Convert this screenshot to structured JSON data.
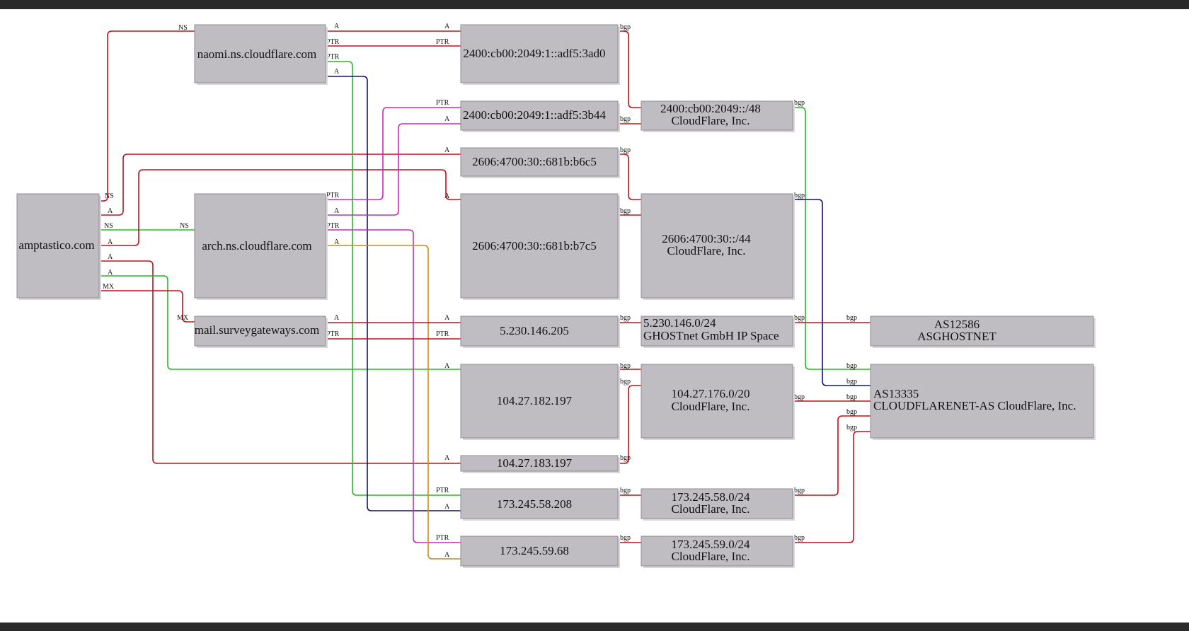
{
  "colors": {
    "red": "#c4111a",
    "green": "#22bb22",
    "blue": "#10107f",
    "magenta": "#c42db8",
    "orange": "#cc8a1e",
    "node_fill": "#c0bdc2"
  },
  "nodes": [
    {
      "id": "amptastico",
      "lines": [
        "amptastico.com"
      ]
    },
    {
      "id": "naomi",
      "lines": [
        "naomi.ns.cloudflare.com"
      ]
    },
    {
      "id": "arch",
      "lines": [
        "arch.ns.cloudflare.com"
      ]
    },
    {
      "id": "mail",
      "lines": [
        "mail.surveygateways.com"
      ]
    },
    {
      "id": "ip6a",
      "lines": [
        "2400:cb00:2049:1::adf5:3ad0"
      ]
    },
    {
      "id": "ip6b",
      "lines": [
        "2400:cb00:2049:1::adf5:3b44"
      ]
    },
    {
      "id": "ip6c",
      "lines": [
        "2606:4700:30::681b:b6c5"
      ]
    },
    {
      "id": "ip6d",
      "lines": [
        "2606:4700:30::681b:b7c5"
      ]
    },
    {
      "id": "ip5230",
      "lines": [
        "5.230.146.205"
      ]
    },
    {
      "id": "ip104a",
      "lines": [
        "104.27.182.197"
      ]
    },
    {
      "id": "ip104b",
      "lines": [
        "104.27.183.197"
      ]
    },
    {
      "id": "ip173a",
      "lines": [
        "173.245.58.208"
      ]
    },
    {
      "id": "ip173b",
      "lines": [
        "173.245.59.68"
      ]
    },
    {
      "id": "net2400",
      "lines": [
        "2400:cb00:2049::/48",
        "CloudFlare, Inc."
      ]
    },
    {
      "id": "net2606",
      "lines": [
        "2606:4700:30::/44",
        "CloudFlare, Inc."
      ]
    },
    {
      "id": "net5230",
      "lines": [
        "5.230.146.0/24",
        "GHOSTnet GmbH IP Space"
      ]
    },
    {
      "id": "net104",
      "lines": [
        "104.27.176.0/20",
        "CloudFlare, Inc."
      ]
    },
    {
      "id": "net173a",
      "lines": [
        "173.245.58.0/24",
        "CloudFlare, Inc."
      ]
    },
    {
      "id": "net173b",
      "lines": [
        "173.245.59.0/24",
        "CloudFlare, Inc."
      ]
    },
    {
      "id": "as12586",
      "lines": [
        "AS12586",
        "ASGHOSTNET"
      ]
    },
    {
      "id": "as13335",
      "lines": [
        "AS13335",
        "CLOUDFLARENET-AS CloudFlare, Inc."
      ]
    }
  ],
  "edges": [
    {
      "from": "amptastico",
      "to": "naomi",
      "label": "NS",
      "color": "red"
    },
    {
      "from": "amptastico",
      "to": "ip6c",
      "label": "A",
      "color": "red"
    },
    {
      "from": "amptastico",
      "to": "arch",
      "label": "NS",
      "color": "green"
    },
    {
      "from": "amptastico",
      "to": "ip6d",
      "label": "A",
      "color": "red"
    },
    {
      "from": "amptastico",
      "to": "ip104b",
      "label": "A",
      "color": "red"
    },
    {
      "from": "amptastico",
      "to": "ip104a",
      "label": "A",
      "color": "green"
    },
    {
      "from": "amptastico",
      "to": "mail",
      "label": "MX",
      "color": "red"
    },
    {
      "from": "naomi",
      "to": "ip6a",
      "label": "A",
      "color": "red"
    },
    {
      "from": "naomi",
      "to": "ip6a",
      "label": "PTR",
      "color": "red"
    },
    {
      "from": "naomi",
      "to": "ip173a",
      "label": "PTR",
      "color": "green"
    },
    {
      "from": "naomi",
      "to": "ip173a",
      "label": "A",
      "color": "blue"
    },
    {
      "from": "arch",
      "to": "ip6b",
      "label": "PTR",
      "color": "magenta"
    },
    {
      "from": "arch",
      "to": "ip6b",
      "label": "A",
      "color": "magenta"
    },
    {
      "from": "arch",
      "to": "ip173b",
      "label": "PTR",
      "color": "magenta"
    },
    {
      "from": "arch",
      "to": "ip173b",
      "label": "A",
      "color": "orange"
    },
    {
      "from": "mail",
      "to": "ip5230",
      "label": "A",
      "color": "red"
    },
    {
      "from": "mail",
      "to": "ip5230",
      "label": "PTR",
      "color": "red"
    },
    {
      "from": "ip6a",
      "to": "net2400",
      "label": "bgp",
      "color": "red"
    },
    {
      "from": "ip6b",
      "to": "net2400",
      "label": "bgp",
      "color": "red"
    },
    {
      "from": "ip6c",
      "to": "net2606",
      "label": "bgp",
      "color": "red"
    },
    {
      "from": "ip6d",
      "to": "net2606",
      "label": "bgp",
      "color": "red"
    },
    {
      "from": "ip5230",
      "to": "net5230",
      "label": "bgp",
      "color": "red"
    },
    {
      "from": "ip104a",
      "to": "net104",
      "label": "bgp",
      "color": "red"
    },
    {
      "from": "ip104b",
      "to": "net104",
      "label": "bgp",
      "color": "red"
    },
    {
      "from": "ip173a",
      "to": "net173a",
      "label": "bgp",
      "color": "red"
    },
    {
      "from": "ip173b",
      "to": "net173b",
      "label": "bgp",
      "color": "red"
    },
    {
      "from": "net2400",
      "to": "as13335",
      "label": "bgp",
      "color": "green"
    },
    {
      "from": "net2606",
      "to": "as13335",
      "label": "bgp",
      "color": "blue"
    },
    {
      "from": "net5230",
      "to": "as12586",
      "label": "bgp",
      "color": "red"
    },
    {
      "from": "net104",
      "to": "as13335",
      "label": "bgp",
      "color": "red"
    },
    {
      "from": "net173a",
      "to": "as13335",
      "label": "bgp",
      "color": "red"
    },
    {
      "from": "net173b",
      "to": "as13335",
      "label": "bgp",
      "color": "red"
    }
  ]
}
